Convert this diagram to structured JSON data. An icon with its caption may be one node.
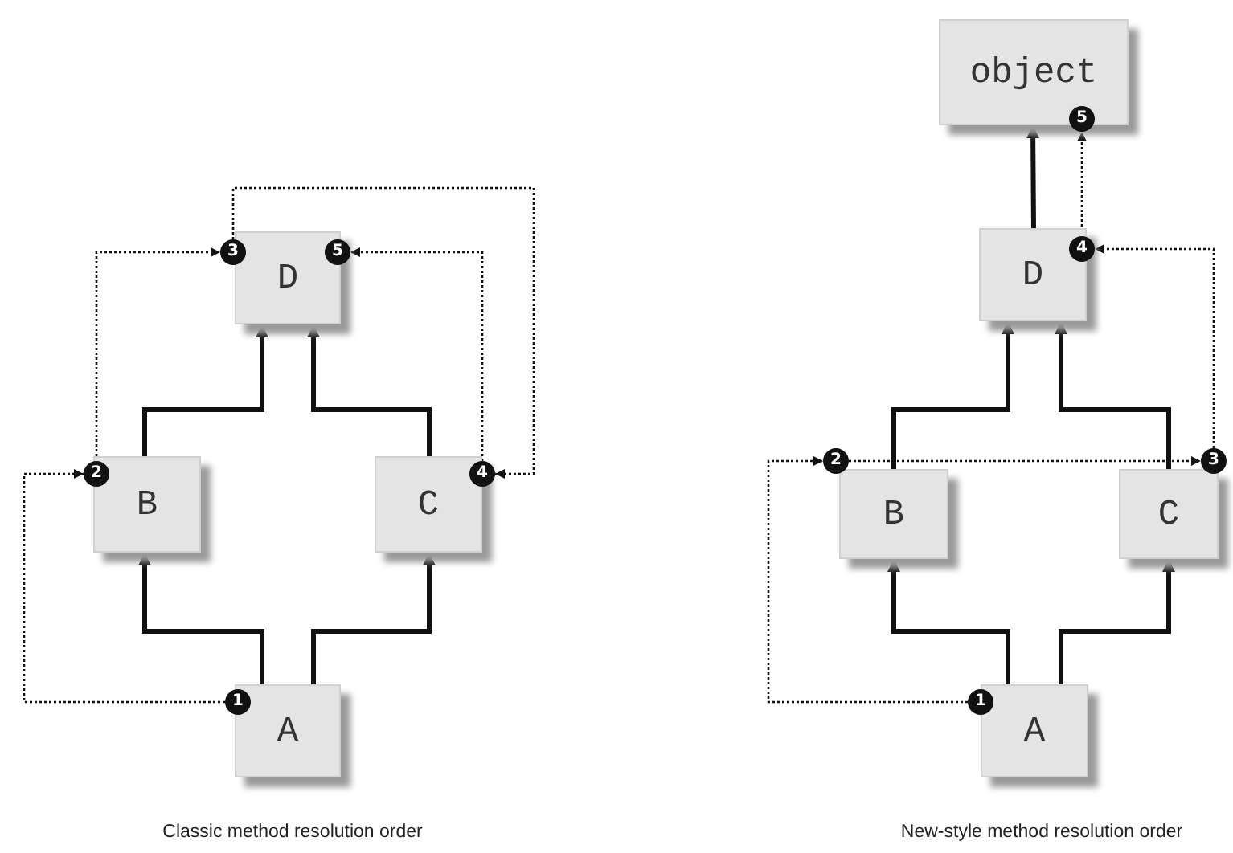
{
  "diagram": {
    "nodes": [
      {
        "text": [
          "D"
        ]
      },
      {
        "text": [
          "3"
        ]
      },
      {
        "text": [
          "5"
        ]
      },
      {
        "text": [
          "B"
        ]
      },
      {
        "text": [
          "2"
        ]
      },
      {
        "text": [
          "C"
        ]
      },
      {
        "text": [
          "4"
        ]
      },
      {
        "text": [
          "A"
        ]
      },
      {
        "text": [
          "1"
        ]
      },
      {
        "text": [
          "object"
        ]
      },
      {
        "text": [
          "5"
        ]
      },
      {
        "text": [
          "D"
        ]
      },
      {
        "text": [
          "4"
        ]
      },
      {
        "text": [
          "B"
        ]
      },
      {
        "text": [
          "2"
        ]
      },
      {
        "text": [
          "C"
        ]
      },
      {
        "text": [
          "3"
        ]
      },
      {
        "text": [
          "A"
        ]
      },
      {
        "text": [
          "1"
        ]
      }
    ],
    "edges": [
      {
        "from": 7,
        "to": 3,
        "arrow": "to"
      },
      {
        "from": 7,
        "to": 5,
        "arrow": "to"
      },
      {
        "from": 3,
        "to": 0,
        "arrow": "to"
      },
      {
        "from": 5,
        "to": 0,
        "arrow": "to"
      },
      {
        "from": 8,
        "to": 4,
        "arrow": "to",
        "style": "dashed"
      },
      {
        "from": 4,
        "to": 1,
        "arrow": "to",
        "style": "dashed"
      },
      {
        "from": 1,
        "to": 6,
        "arrow": "to",
        "style": "dashed"
      },
      {
        "from": 6,
        "to": 2,
        "arrow": "to",
        "style": "dashed"
      },
      {
        "from": 11,
        "to": 9,
        "arrow": "to"
      },
      {
        "from": 17,
        "to": 13,
        "arrow": "to"
      },
      {
        "from": 17,
        "to": 15,
        "arrow": "to"
      },
      {
        "from": 13,
        "to": 11,
        "arrow": "to"
      },
      {
        "from": 15,
        "to": 11,
        "arrow": "to"
      },
      {
        "from": 18,
        "to": 14,
        "arrow": "to",
        "style": "dashed"
      },
      {
        "from": 14,
        "to": 16,
        "arrow": "to",
        "style": "dashed"
      },
      {
        "from": 16,
        "to": 12,
        "arrow": "to",
        "style": "dashed"
      },
      {
        "from": 12,
        "to": 10,
        "arrow": "to",
        "style": "dashed"
      }
    ],
    "labels": [
      "Classic method resolution order",
      "New-style method resolution order"
    ]
  }
}
